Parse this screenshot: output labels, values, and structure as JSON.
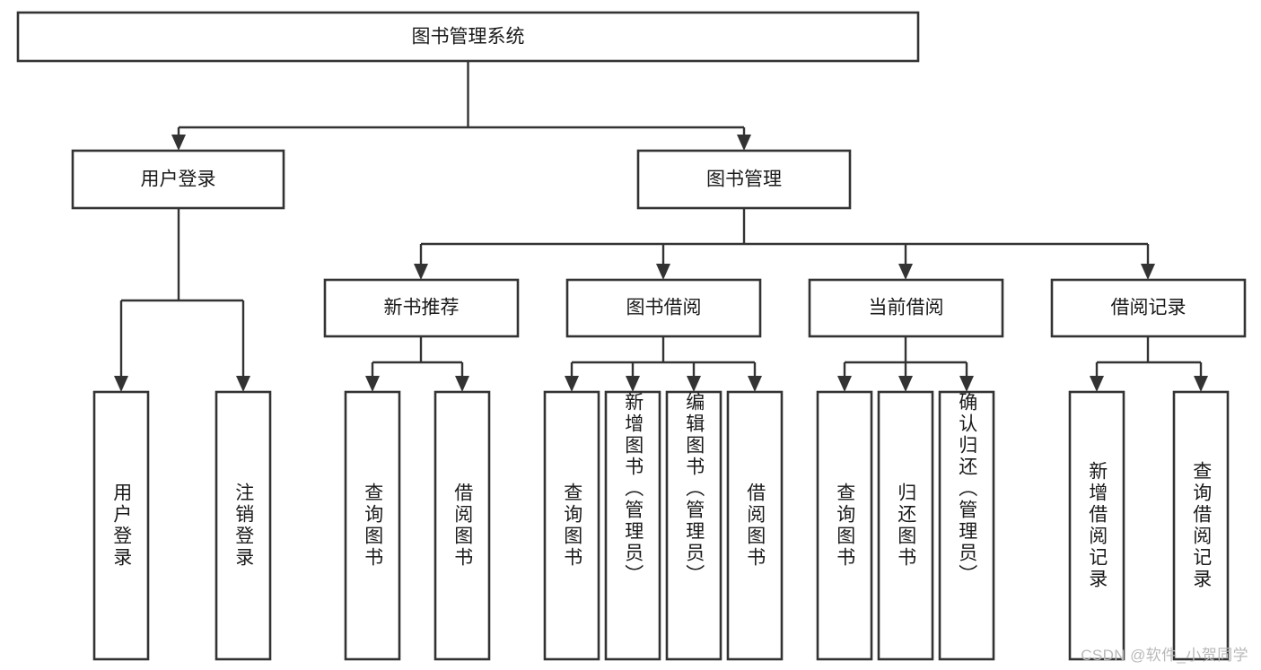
{
  "diagram": {
    "type": "tree-hierarchy",
    "title": "图书管理系统",
    "orientation": "top-down",
    "colors": {
      "box_stroke": "#333333",
      "box_fill": "#ffffff",
      "connector": "#333333",
      "label_text": "#1a1a1a",
      "canvas": "#ffffff",
      "watermark_text": "#b9b9b9"
    },
    "root": {
      "label": "图书管理系统"
    },
    "level2": [
      {
        "label": "用户登录"
      },
      {
        "label": "图书管理"
      }
    ],
    "level3": [
      {
        "label": "新书推荐"
      },
      {
        "label": "图书借阅"
      },
      {
        "label": "当前借阅"
      },
      {
        "label": "借阅记录"
      }
    ],
    "leaves": {
      "user_login": [
        {
          "label": "用户登录"
        },
        {
          "label": "注销登录"
        }
      ],
      "new_book_recommend": [
        {
          "label": "查询图书"
        },
        {
          "label": "借阅图书"
        }
      ],
      "book_borrow": [
        {
          "label": "查询图书"
        },
        {
          "label": "新增图书（管理员）"
        },
        {
          "label": "编辑图书（管理员）"
        },
        {
          "label": "借阅图书"
        }
      ],
      "current_borrow": [
        {
          "label": "查询图书"
        },
        {
          "label": "归还图书"
        },
        {
          "label": "确认归还（管理员）"
        }
      ],
      "borrow_record": [
        {
          "label": "新增借阅记录"
        },
        {
          "label": "查询借阅记录"
        }
      ]
    }
  },
  "watermark": {
    "text": "CSDN @软件_小贺同学"
  }
}
